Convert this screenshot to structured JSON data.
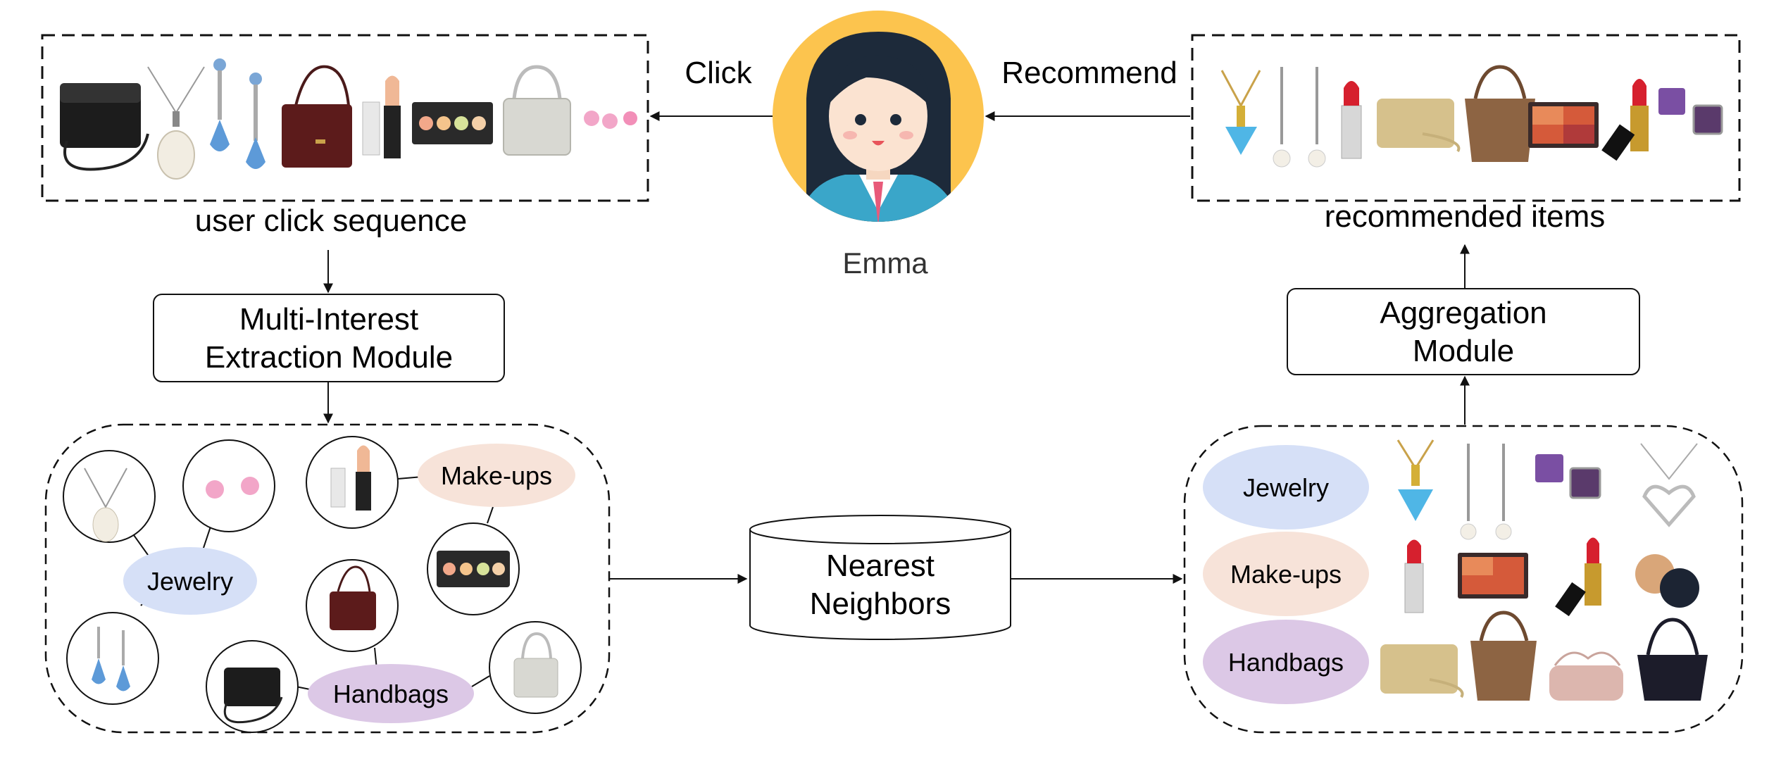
{
  "user": {
    "name": "Emma",
    "click_label": "Click",
    "recommend_label": "Recommend"
  },
  "click_sequence": {
    "caption": "user click sequence",
    "items": [
      "black-handbag",
      "pearl-necklace",
      "blue-drop-earrings",
      "burgundy-handbag",
      "lipstick",
      "makeup-palette",
      "grey-handbag",
      "pink-stud-earrings",
      "pink-stud-earrings"
    ]
  },
  "recommended": {
    "caption": "recommended items",
    "items": [
      "blue-pendant",
      "pearl-drop-earrings",
      "red-lipstick",
      "gold-clutch",
      "brown-tote",
      "eyeshadow-palette",
      "gold-lipstick",
      "amethyst-earrings"
    ]
  },
  "modules": {
    "extraction": [
      "Multi-Interest",
      "Extraction Module"
    ],
    "aggregation": [
      "Aggregation",
      "Module"
    ],
    "nearest": [
      "Nearest",
      "Neighbors"
    ]
  },
  "interests": {
    "jewelry": "Jewelry",
    "makeups": "Make-ups",
    "handbags": "Handbags"
  },
  "colors": {
    "jewelry": "#d6e0f7",
    "makeups": "#f7e3d9",
    "handbags": "#dcc8e6",
    "avatar_bg": "#fcc44e"
  }
}
